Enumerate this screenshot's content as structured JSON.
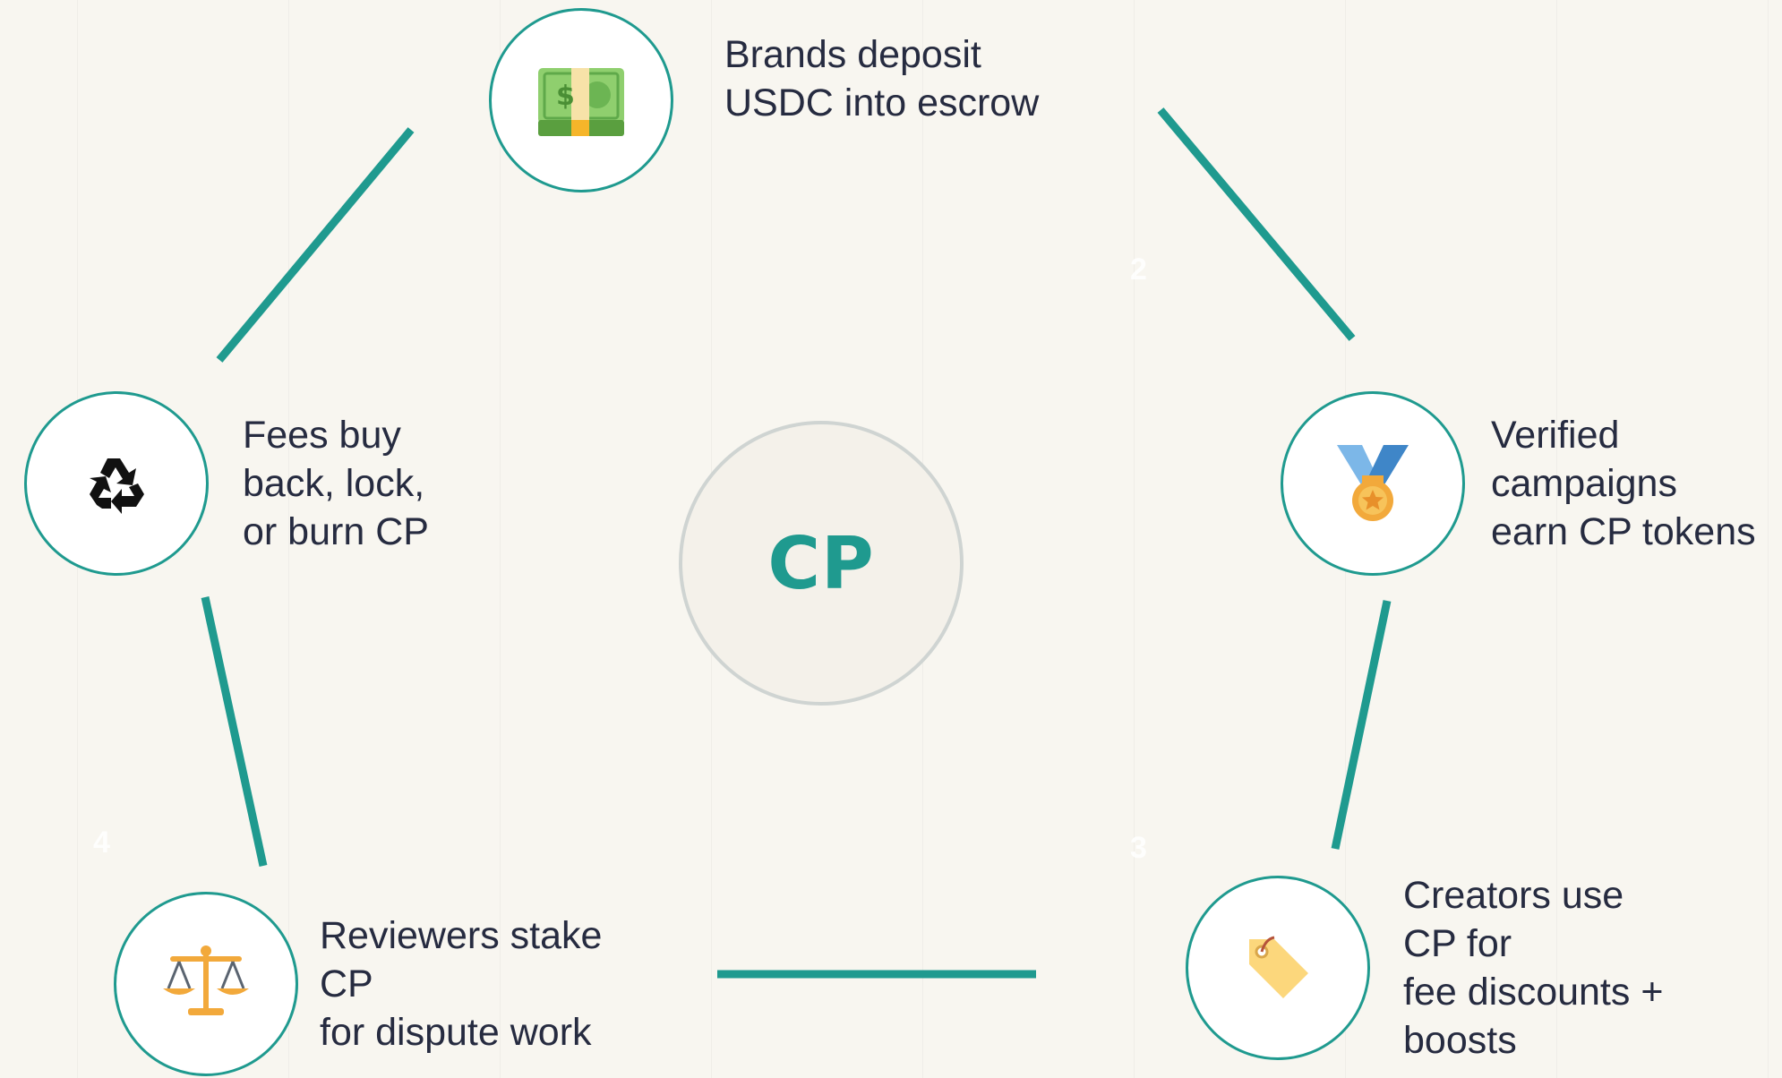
{
  "center": {
    "label": "CP"
  },
  "colors": {
    "accent": "#1f9a8f",
    "background": "#f8f6f0",
    "text": "#262b40"
  },
  "steps": [
    {
      "icon": "money-bill-icon",
      "lines": [
        "Brands deposit",
        "USDC into escrow"
      ]
    },
    {
      "number": "2",
      "icon": "medal-icon",
      "lines": [
        "Verified",
        "campaigns",
        "earn CP tokens"
      ]
    },
    {
      "number": "3",
      "icon": "price-tag-icon",
      "lines": [
        "Creators use",
        "CP for",
        "fee discounts +",
        "boosts"
      ]
    },
    {
      "number": "4",
      "icon": "scales-icon",
      "lines": [
        "Reviewers stake",
        "CP",
        "for dispute work"
      ]
    },
    {
      "icon": "recycle-icon",
      "lines": [
        "Fees buy",
        "back, lock,",
        "or burn CP"
      ]
    }
  ]
}
